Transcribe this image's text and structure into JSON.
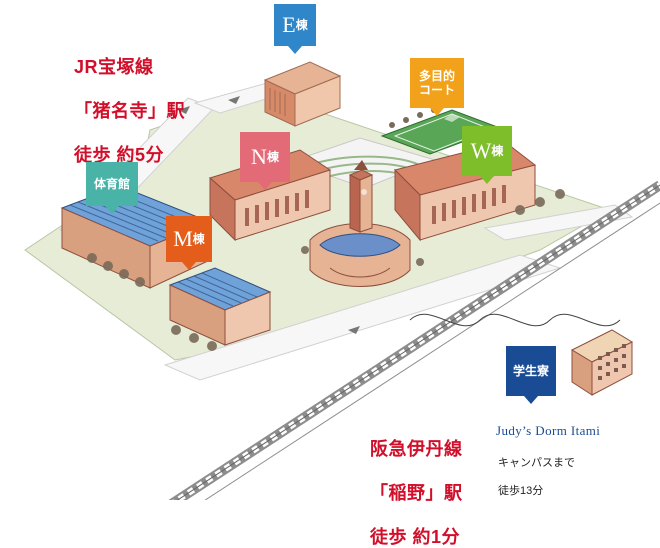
{
  "map": {
    "stations": {
      "jr_takarazuka_line": "JR宝塚線",
      "jr_station": "「猪名寺」駅",
      "jr_walk": "徒歩 約5分",
      "hankyu_line": "阪急伊丹線",
      "hankyu_station": "「稲野」駅",
      "hankyu_walk": "徒歩 約1分"
    },
    "buildings": {
      "e": {
        "label": "E",
        "suffix": "棟",
        "color": "#2f86c9"
      },
      "n": {
        "label": "N",
        "suffix": "棟",
        "color": "#e36b77"
      },
      "w": {
        "label": "W",
        "suffix": "棟",
        "color": "#7fbe2b"
      },
      "m": {
        "label": "M",
        "suffix": "棟",
        "color": "#e45d1a"
      },
      "gym": {
        "label": "体育館",
        "color": "#49b3a7"
      },
      "court": {
        "label": "多目的\nコート",
        "color": "#f1a11a"
      },
      "dorm": {
        "label": "学生寮",
        "color": "#1a4c95"
      }
    },
    "dorm": {
      "name": "Judy’s Dorm Itami",
      "line1": "キャンパスまで",
      "line2": "徒歩13分"
    }
  }
}
